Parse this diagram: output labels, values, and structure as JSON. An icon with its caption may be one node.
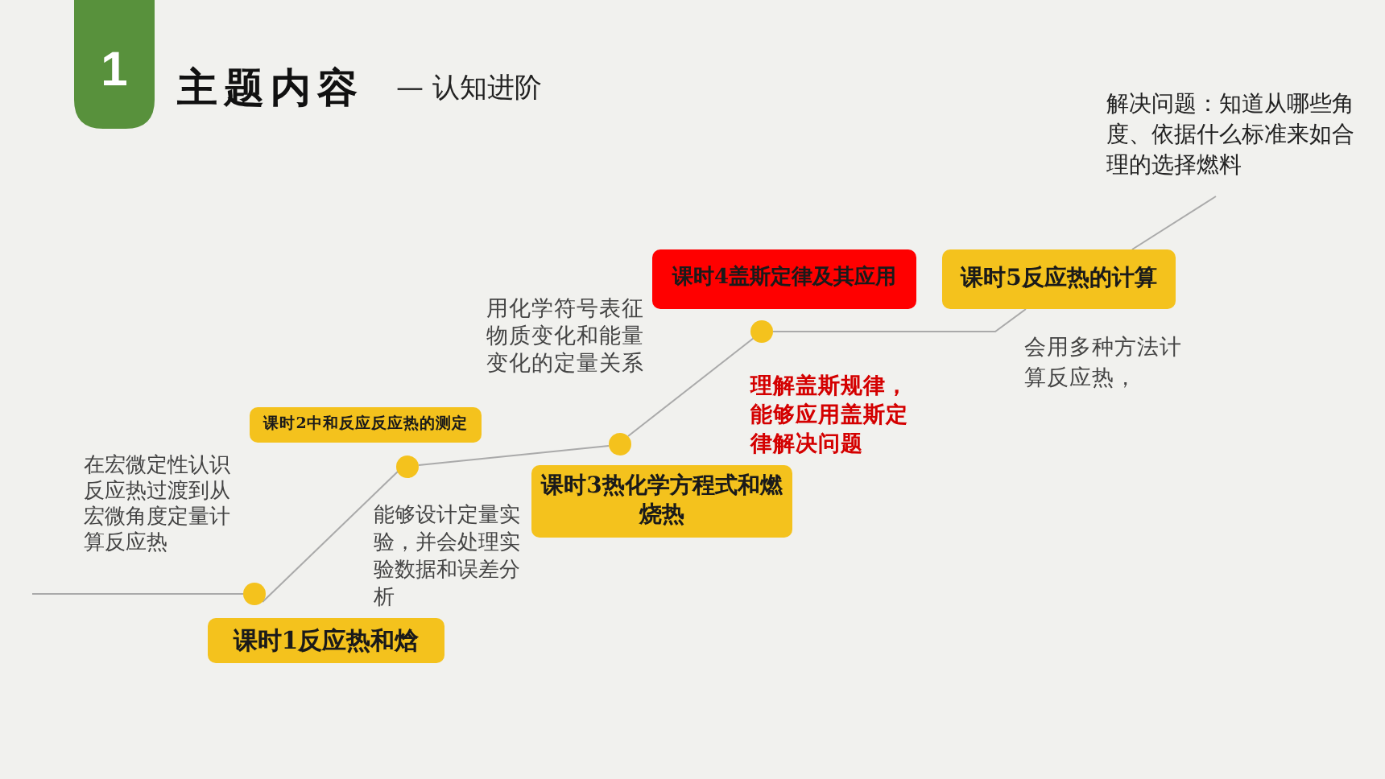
{
  "diagram": {
    "title": "主题内容",
    "nodes": [
      {
        "text": [
          "课时1反应热和焓"
        ]
      },
      {
        "text": [
          "课时2中和反应反应热的测定"
        ]
      },
      {
        "text": [
          "课时3热化学方程式和燃烧热"
        ]
      },
      {
        "text": [
          "课时4盖斯定律及其应用"
        ]
      },
      {
        "text": [
          "课时5反应热的计算"
        ]
      },
      {
        "text": [],
        "shape": "circle"
      },
      {
        "text": [],
        "shape": "circle"
      },
      {
        "text": [],
        "shape": "circle"
      },
      {
        "text": [],
        "shape": "circle"
      }
    ],
    "edges": [
      {
        "from": null,
        "to": 5,
        "arrow": "none"
      },
      {
        "from": 5,
        "to": 6,
        "arrow": "none"
      },
      {
        "from": 6,
        "to": 7,
        "arrow": "none"
      },
      {
        "from": 7,
        "to": 8,
        "arrow": "none"
      },
      {
        "from": 8,
        "to": 4,
        "arrow": "none"
      },
      {
        "from": 4,
        "to": null,
        "arrow": "none"
      }
    ],
    "labels": [
      "1",
      "— 认知进阶",
      "解决问题：知道从哪些角度、依据什么标准来如合理的选择燃料",
      "会用多种方法计算反应热，",
      "用化学符号表征物质变化和能量变化的定量关系",
      "理解盖斯规律，能够应用盖斯定律解决问题",
      "在宏微定性认识反应热过渡到从宏微角度定量计算反应热",
      "能够设计定量实验，并会处理实验数据和误差分析"
    ]
  }
}
